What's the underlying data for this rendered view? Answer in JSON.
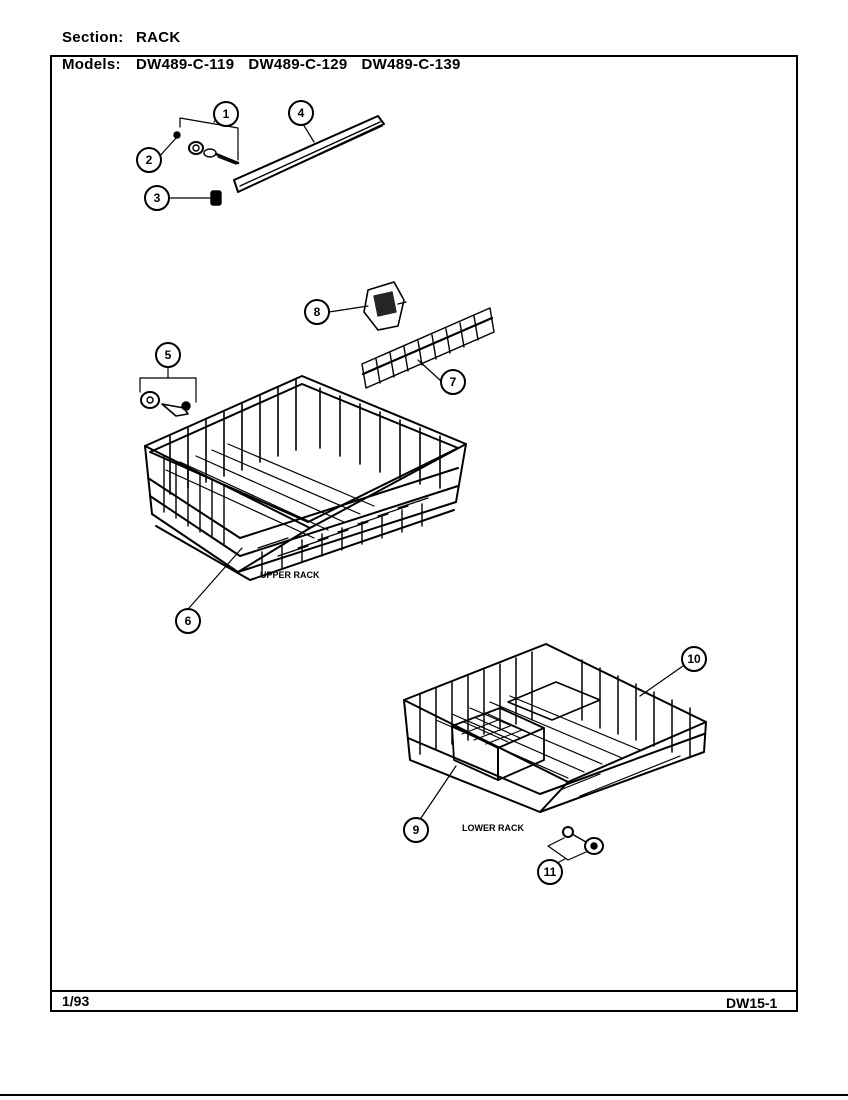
{
  "header": {
    "section_label": "Section:",
    "section_value": "RACK",
    "models_label": "Models:",
    "models": [
      "DW489-C-119",
      "DW489-C-129",
      "DW489-C-139"
    ]
  },
  "diagram": {
    "upper_rack_label": "UPPER RACK",
    "lower_rack_label": "LOWER RACK",
    "callouts": [
      "1",
      "2",
      "3",
      "4",
      "5",
      "6",
      "7",
      "8",
      "9",
      "10",
      "11"
    ]
  },
  "footer": {
    "date": "1/93",
    "page_code": "DW15-1"
  }
}
